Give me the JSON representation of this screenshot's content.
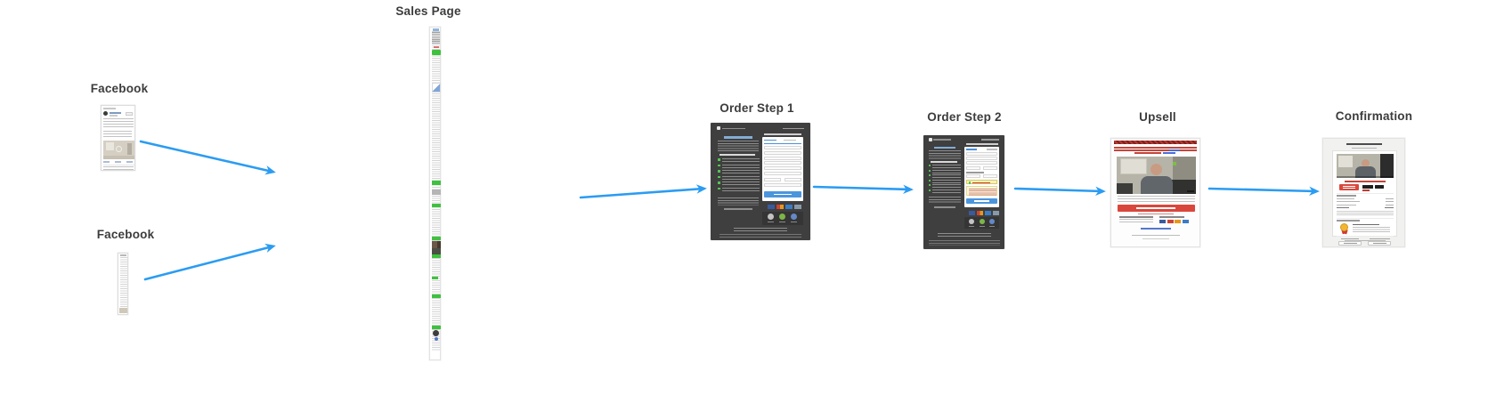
{
  "diagram": {
    "title": "funnel-canvas",
    "nodes": [
      {
        "id": "facebook-ad-1",
        "label": "Facebook"
      },
      {
        "id": "facebook-ad-2",
        "label": "Facebook"
      },
      {
        "id": "sales-page",
        "label": "Sales Page"
      },
      {
        "id": "order-step-1",
        "label": "Order Step 1"
      },
      {
        "id": "order-step-2",
        "label": "Order Step 2"
      },
      {
        "id": "upsell",
        "label": "Upsell"
      },
      {
        "id": "confirmation",
        "label": "Confirmation"
      }
    ],
    "connections": [
      {
        "from": "facebook-ad-1",
        "to": "sales-page"
      },
      {
        "from": "facebook-ad-2",
        "to": "sales-page"
      },
      {
        "from": "sales-page",
        "to": "order-step-1"
      },
      {
        "from": "order-step-1",
        "to": "order-step-2"
      },
      {
        "from": "order-step-2",
        "to": "upsell"
      },
      {
        "from": "upsell",
        "to": "confirmation"
      }
    ],
    "colors": {
      "arrow_blue": "#2b9cf2",
      "dark_page_bg": "#3f3f3f",
      "cta_green": "#3ec23e",
      "cta_blue": "#4b95dd",
      "cta_red": "#d9473c",
      "notice_yellow": "#fbf7da",
      "label_text": "#3c3c3c"
    }
  }
}
